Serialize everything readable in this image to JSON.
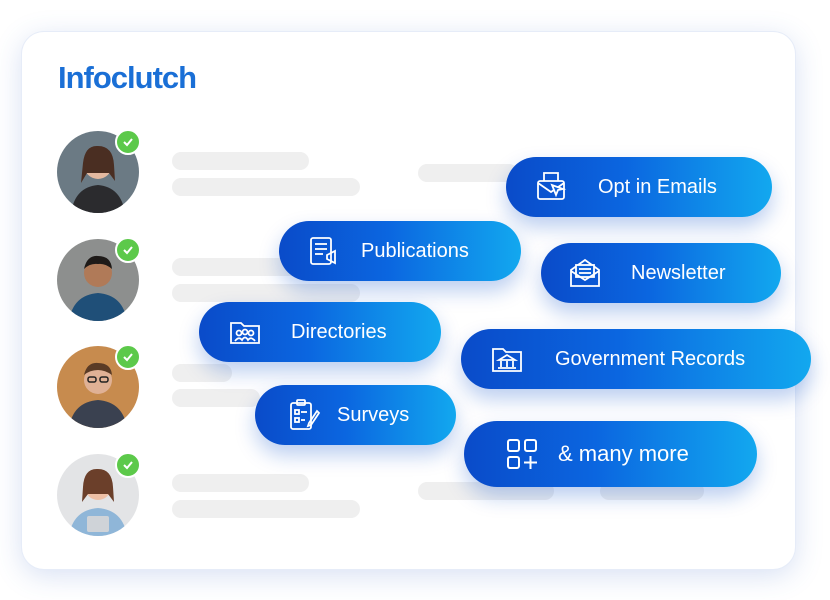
{
  "brand": {
    "logo_text": "Infoclutch",
    "color": "#1a6fd6"
  },
  "profiles": [
    {
      "verified": true,
      "check_color": "#5cc94a"
    },
    {
      "verified": true,
      "check_color": "#5cc94a"
    },
    {
      "verified": true,
      "check_color": "#5cc94a"
    },
    {
      "verified": true,
      "check_color": "#5cc94a"
    }
  ],
  "data_sources": [
    {
      "label": "Opt in Emails",
      "icon": "email-cursor-icon"
    },
    {
      "label": "Publications",
      "icon": "publication-icon"
    },
    {
      "label": "Newsletter",
      "icon": "newsletter-icon"
    },
    {
      "label": "Directories",
      "icon": "directory-folder-icon"
    },
    {
      "label": "Government Records",
      "icon": "government-folder-icon"
    },
    {
      "label": "Surveys",
      "icon": "survey-clipboard-icon"
    },
    {
      "label": "& many more",
      "icon": "apps-grid-icon"
    }
  ],
  "colors": {
    "pill_start": "#0a4bc9",
    "pill_end": "#12a8ef",
    "placeholder": "#efefef"
  }
}
